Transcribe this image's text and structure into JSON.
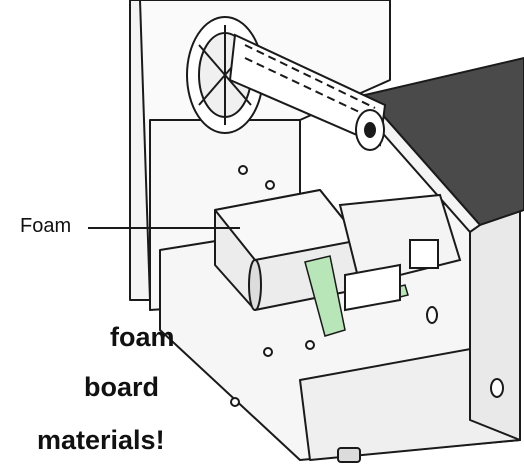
{
  "labels": {
    "callout": "Foam"
  },
  "warning": {
    "line1": "foam",
    "line2": "board",
    "line3": "materials!"
  },
  "colors": {
    "outline": "#1a1a1a",
    "body": "#f4f4f4",
    "lid": "#4a4a4a",
    "foam_fill": "#ececec",
    "tape": "#b8e6b8"
  }
}
